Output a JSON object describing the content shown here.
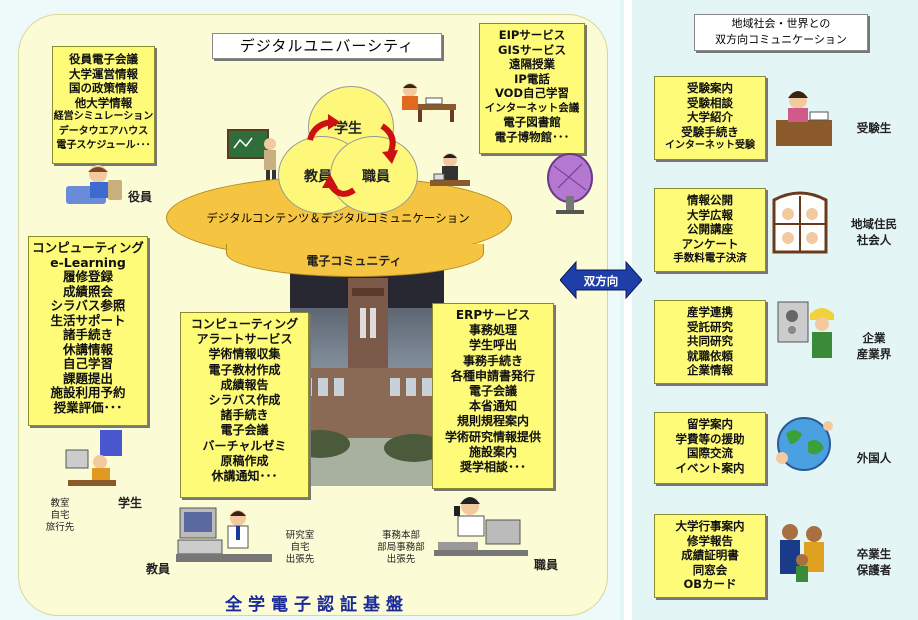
{
  "title_digital_university": "デジタルユニバーシティ",
  "title_right": [
    "地域社会・世界との",
    "双方向コミュニケーション"
  ],
  "bottom_title": "全学電子認証基盤",
  "center": {
    "student": "学生",
    "faculty": "教員",
    "staff": "職員",
    "contents": "デジタルコンテンツ＆デジタルコミュニケーション",
    "community": "電子コミュニティ"
  },
  "bidirectional": "双方向",
  "executives_box": [
    "役員電子会議",
    "大学運営情報",
    "国の政策情報",
    "他大学情報",
    "経営シミュレーション",
    "データウエアハウス",
    "電子スケジュール･･･"
  ],
  "executives_label": "役員",
  "eip_box": [
    "EIPサービス",
    "GISサービス",
    "遠隔授業",
    "IP電話",
    "VOD自己学習",
    "インターネット会議",
    "電子図書館",
    "電子博物館･･･"
  ],
  "student_box": [
    "コンピューティング",
    "e-Learning",
    "履修登録",
    "成績照会",
    "シラバス参照",
    "生活サポート",
    "諸手続き",
    "休講情報",
    "自己学習",
    "課題提出",
    "施設利用予約",
    "授業評価･･･"
  ],
  "student_label": "学生",
  "student_locations": [
    "教室",
    "自宅",
    "旅行先"
  ],
  "faculty_box": [
    "コンピューティング",
    "アラートサービス",
    "学術情報収集",
    "電子教材作成",
    "成績報告",
    "シラバス作成",
    "諸手続き",
    "電子会議",
    "バーチャルゼミ",
    "原稿作成",
    "休講通知･･･"
  ],
  "faculty_label": "教員",
  "faculty_locations": [
    "研究室",
    "自宅",
    "出張先"
  ],
  "erp_box": [
    "ERPサービス",
    "事務処理",
    "学生呼出",
    "事務手続き",
    "各種申請書発行",
    "電子会議",
    "本省通知",
    "規則規程案内",
    "学術研究情報提供",
    "施設案内",
    "奨学相談･･･"
  ],
  "staff_label": "職員",
  "staff_locations": [
    "事務本部",
    "部局事務部",
    "出張先"
  ],
  "right_groups": [
    {
      "items": [
        "受験案内",
        "受験相談",
        "大学紹介",
        "受験手続き",
        "インターネット受験"
      ],
      "label": [
        "受験生"
      ]
    },
    {
      "items": [
        "情報公開",
        "大学広報",
        "公開講座",
        "アンケート",
        "手数料電子決済"
      ],
      "label": [
        "地域住民",
        "社会人"
      ]
    },
    {
      "items": [
        "産学連携",
        "受託研究",
        "共同研究",
        "就職依頼",
        "企業情報"
      ],
      "label": [
        "企業",
        "産業界"
      ]
    },
    {
      "items": [
        "留学案内",
        "学費等の援助",
        "国際交流",
        "イベント案内"
      ],
      "label": [
        "外国人"
      ]
    },
    {
      "items": [
        "大学行事案内",
        "修学報告",
        "成績証明書",
        "同窓会",
        "OBカード"
      ],
      "label": [
        "卒業生",
        "保護者"
      ]
    }
  ],
  "colors": {
    "box_yellow": "#fdfb78",
    "panel_yellow": "#fbfbd5",
    "oval_orange": "#f5c542",
    "arrow_blue": "#1f3fa8",
    "arrow_red": "#cc1111",
    "title_blue": "#1a2a9a"
  }
}
